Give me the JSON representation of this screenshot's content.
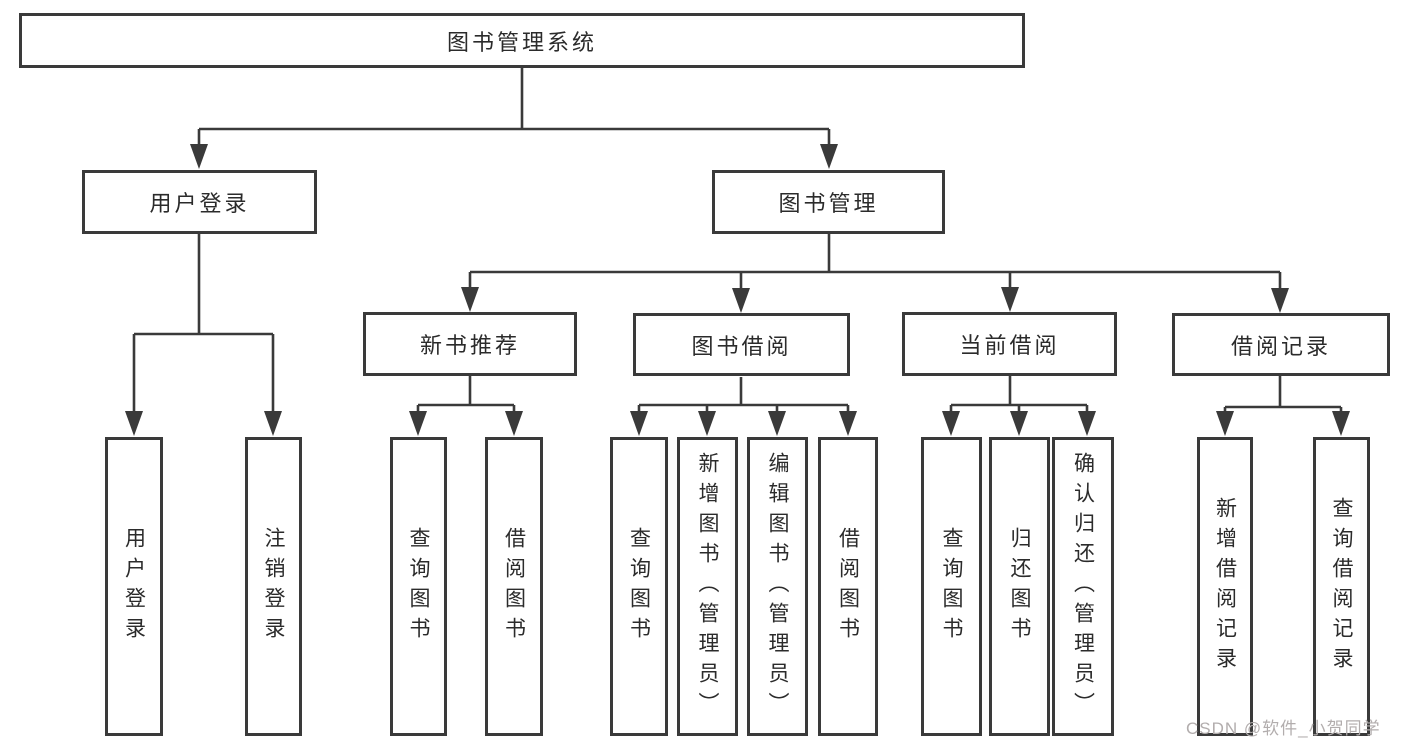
{
  "tree": {
    "label": "图书管理系统",
    "children": [
      {
        "label": "用户登录",
        "children": [
          {
            "label": "用户登录"
          },
          {
            "label": "注销登录"
          }
        ]
      },
      {
        "label": "图书管理",
        "children": [
          {
            "label": "新书推荐",
            "children": [
              {
                "label": "查询图书"
              },
              {
                "label": "借阅图书"
              }
            ]
          },
          {
            "label": "图书借阅",
            "children": [
              {
                "label": "查询图书"
              },
              {
                "label": "新增图书（管理员）"
              },
              {
                "label": "编辑图书（管理员）"
              },
              {
                "label": "借阅图书"
              }
            ]
          },
          {
            "label": "当前借阅",
            "children": [
              {
                "label": "查询图书"
              },
              {
                "label": "归还图书"
              },
              {
                "label": "确认归还（管理员）"
              }
            ]
          },
          {
            "label": "借阅记录",
            "children": [
              {
                "label": "新增借阅记录"
              },
              {
                "label": "查询借阅记录"
              }
            ]
          }
        ]
      }
    ]
  },
  "watermark": {
    "text": "CSDN @软件_小贺同学"
  },
  "colors": {
    "line": "#3a3a3a",
    "text": "#2b2b2b",
    "watermark_gray": "#b2adad",
    "background": "#ffffff"
  }
}
